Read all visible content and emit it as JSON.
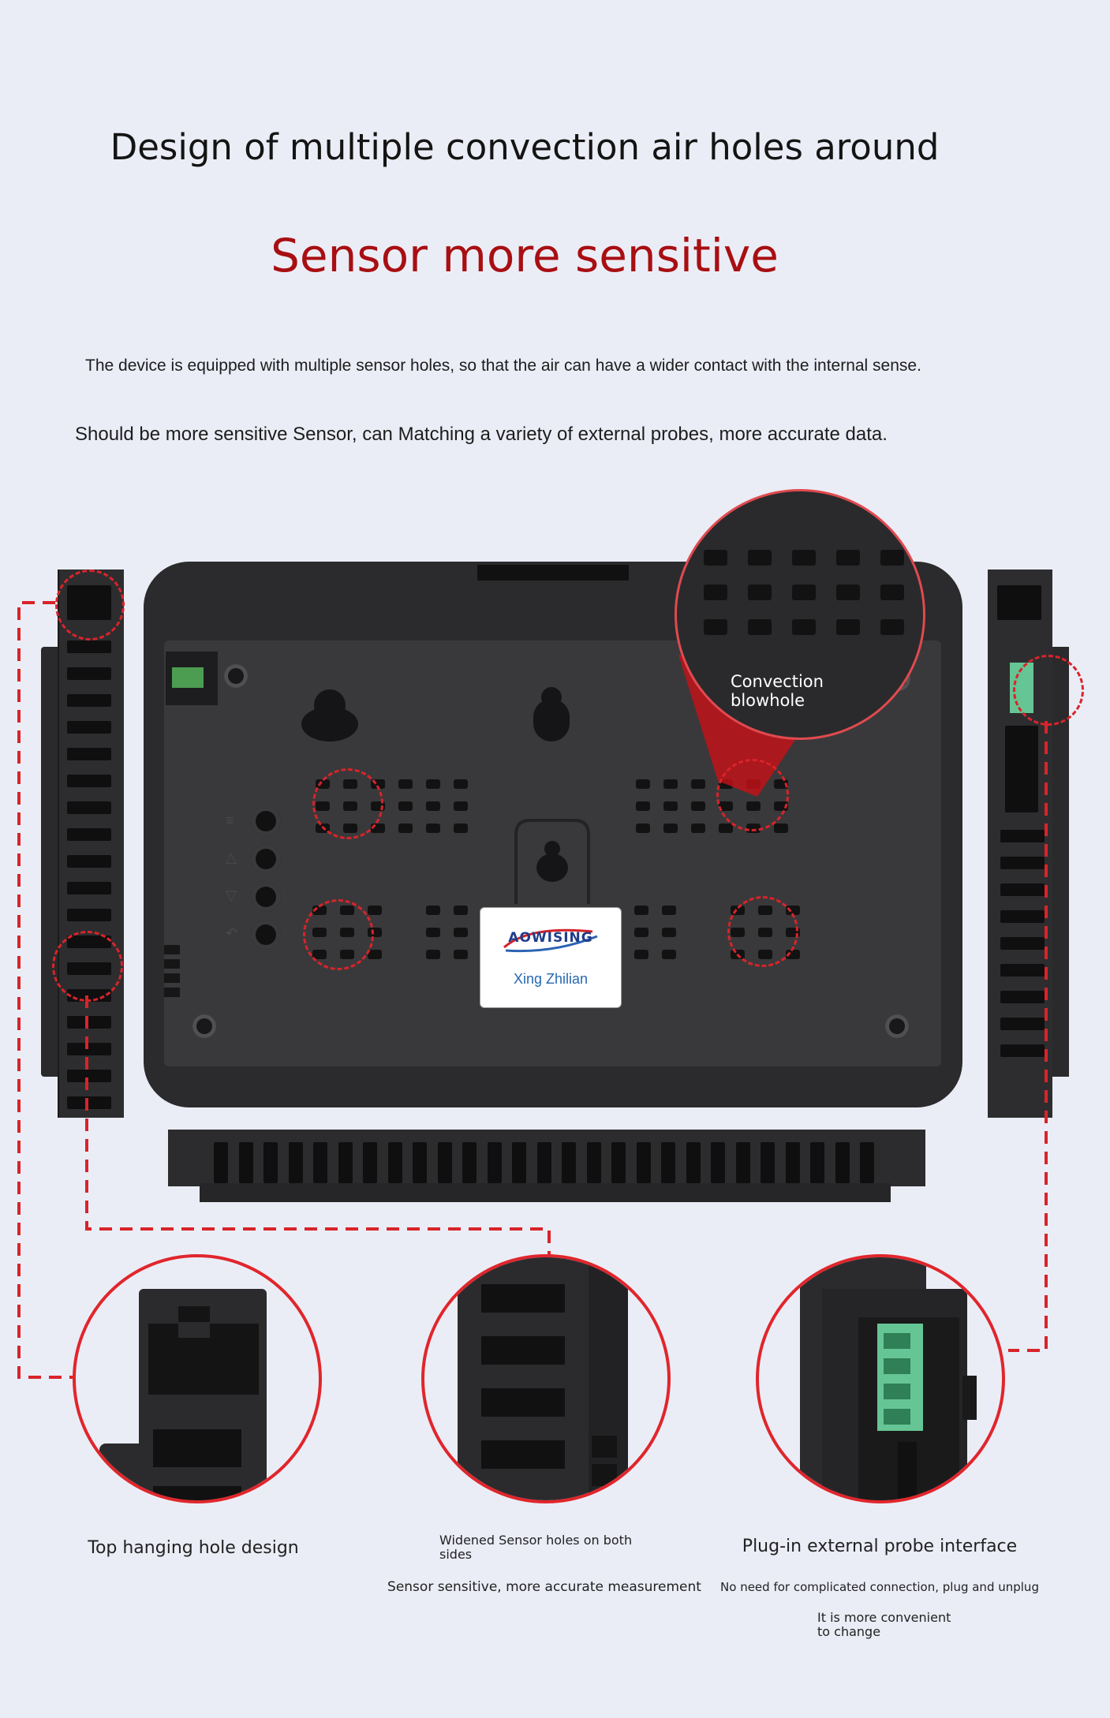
{
  "headline": "Design of multiple convection air holes around",
  "subheadline": "Sensor more sensitive",
  "description_line1": "The device is equipped with multiple sensor holes, so that the air can have a wider contact with the internal sense.",
  "description_line2": "Should be more sensitive Sensor, can Matching a variety of external probes, more accurate data.",
  "colors": {
    "background": "#ebedf6",
    "accent_red": "#a80f12",
    "dash_red": "#d8242a",
    "device_body": "#2b2b2d",
    "terminal_green": "#66c594"
  },
  "device_label": {
    "brand": "AOWISING",
    "name": "Xing Zhilian"
  },
  "magnifier_callout": {
    "line1": "Convection",
    "line2": "blowhole"
  },
  "front_buttons": [
    {
      "icon": "menu-icon"
    },
    {
      "icon": "up-arrow-icon"
    },
    {
      "icon": "down-arrow-icon"
    },
    {
      "icon": "back-icon"
    }
  ],
  "features": [
    {
      "title": "Top hanging hole design"
    },
    {
      "title": "Widened Sensor holes on both sides",
      "title_line1": "Widened Sensor holes on both",
      "title_line2": "sides",
      "detail": "Sensor sensitive, more accurate measurement"
    },
    {
      "title": "Plug-in external probe interface",
      "detail1": "No need for complicated connection, plug and unplug",
      "detail2_line1": "It is more convenient",
      "detail2_line2": "to change"
    }
  ]
}
